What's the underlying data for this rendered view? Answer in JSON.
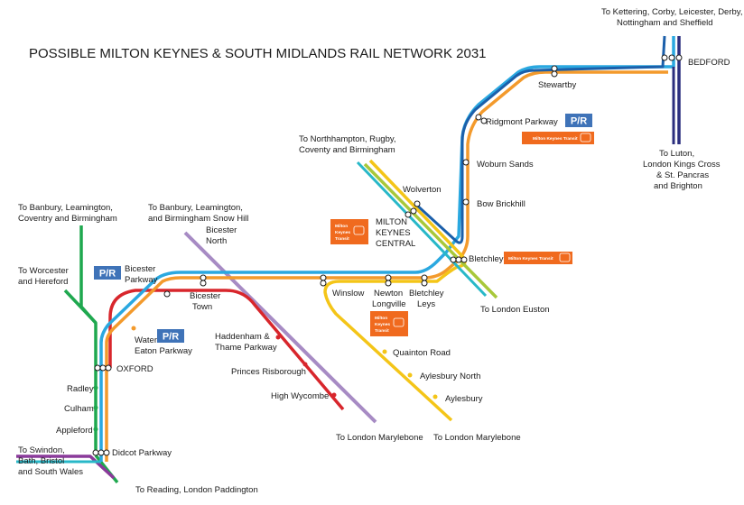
{
  "title": "POSSIBLE MILTON KEYNES & SOUTH MIDLANDS RAIL NETWORK 2031",
  "colors": {
    "east_west_blue": "#2AA8E0",
    "orange": "#F39A2C",
    "dark_blue": "#1B5FAA",
    "red": "#D8262C",
    "yellow": "#F4C518",
    "green": "#1FA84F",
    "lime": "#A8C83A",
    "purple": "#A78BC4",
    "navy": "#2B2E7E",
    "teal": "#28B8C8",
    "magenta": "#8A3A9A",
    "badge_blue": "#3F73B8",
    "mkt_orange": "#F06A1E"
  },
  "stations": {
    "bedford": "BEDFORD",
    "stewartby": "Stewartby",
    "ridgmont": "Ridgmont Parkway",
    "woburn": "Woburn Sands",
    "bow_brickhill": "Bow Brickhill",
    "bletchley": "Bletchley",
    "wolverton": "Wolverton",
    "mk_central_1": "MILTON",
    "mk_central_2": "KEYNES",
    "mk_central_3": "CENTRAL",
    "winslow": "Winslow",
    "newton_1": "Newton",
    "newton_2": "Longville",
    "bletchley_leys_1": "Bletchley",
    "bletchley_leys_2": "Leys",
    "quainton": "Quainton Road",
    "aylesbury_north": "Aylesbury North",
    "aylesbury": "Aylesbury",
    "bicester_north_1": "Bicester",
    "bicester_north_2": "North",
    "bicester_parkway_1": "Bicester",
    "bicester_parkway_2": "Parkway",
    "bicester_town_1": "Bicester",
    "bicester_town_2": "Town",
    "water_eaton_1": "Water",
    "water_eaton_2": "Eaton Parkway",
    "oxford": "OXFORD",
    "radley": "Radley",
    "culham": "Culham",
    "appleford": "Appleford",
    "didcot": "Didcot Parkway",
    "haddenham_1": "Haddenham &",
    "haddenham_2": "Thame Parkway",
    "princes_risborough": "Princes Risborough",
    "high_wycombe": "High Wycombe"
  },
  "destinations": {
    "kettering_1": "To Kettering, Corby, Leicester, Derby,",
    "kettering_2": "Nottingham and Sheffield",
    "luton_1": "To Luton,",
    "luton_2": "London Kings Cross",
    "luton_3": "& St. Pancras",
    "luton_4": "and Brighton",
    "northampton_1": "To Northhampton, Rugby,",
    "northampton_2": "Coventy and Birmingham",
    "euston": "To London Euston",
    "banbury_w_1": "To Banbury, Leamington,",
    "banbury_w_2": "Coventry and Birmingham",
    "banbury_e_1": "To Banbury, Leamington,",
    "banbury_e_2": "and Birmingham Snow Hill",
    "worcester_1": "To Worcester",
    "worcester_2": "and Hereford",
    "swindon_1": "To Swindon,",
    "swindon_2": "Bath, Bristol",
    "swindon_3": "and South Wales",
    "reading": "To Reading, London Paddington",
    "marylebone_1": "To London Marylebone",
    "marylebone_2": "To London Marylebone"
  },
  "park_ride": "P/R",
  "mk_transit": "Milton Keynes Transit",
  "mk_transit_lines": [
    "Milton",
    "Keynes",
    "Transit"
  ]
}
